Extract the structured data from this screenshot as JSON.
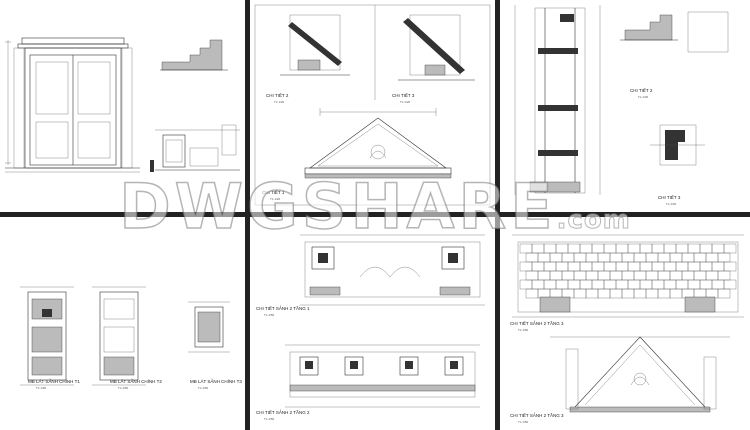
{
  "watermark": {
    "main": "DWGSHARE",
    "suffix": ".com"
  },
  "sheets": {
    "s1": {
      "id": "sheet-top-left"
    },
    "s2": {
      "detail_a": {
        "title": "CHI TIẾT 2",
        "scale": "TL:1/20"
      },
      "detail_b": {
        "title": "CHI TIẾT 3",
        "scale": "TL:1/20"
      },
      "detail_c": {
        "title": "CHI TIẾT 1",
        "scale": "TL:1/20"
      }
    },
    "s3": {
      "detail_a": {
        "title": "CHI TIẾT 2",
        "scale": "TL:1/20"
      },
      "detail_b": {
        "title": "CHI TIẾT 3",
        "scale": "TL:1/20"
      }
    },
    "s4": {
      "plan1": {
        "title": "MB LÁT SẢNH CHÍNH T1",
        "scale": "TL:1/50"
      },
      "plan2": {
        "title": "MB LÁT SẢNH CHÍNH T2",
        "scale": "TL:1/50"
      },
      "plan3": {
        "title": "MB LÁT SẢNH CHÍNH T3",
        "scale": "TL:1/50"
      }
    },
    "s5": {
      "detail_a": {
        "title": "CHI TIẾT SẢNH 2 TẦNG 1",
        "scale": "TL:1/50"
      },
      "detail_b": {
        "title": "CHI TIẾT SẢNH 2 TẦNG 2",
        "scale": "TL:1/50"
      }
    },
    "s6": {
      "detail_a": {
        "title": "CHI TIẾT SẢNH 2 TẦNG 3",
        "scale": "TL:1/50"
      },
      "detail_b": {
        "title": "CHI TIẾT SẢNH 2 TẦNG 3",
        "scale": "TL:1/50"
      }
    }
  }
}
